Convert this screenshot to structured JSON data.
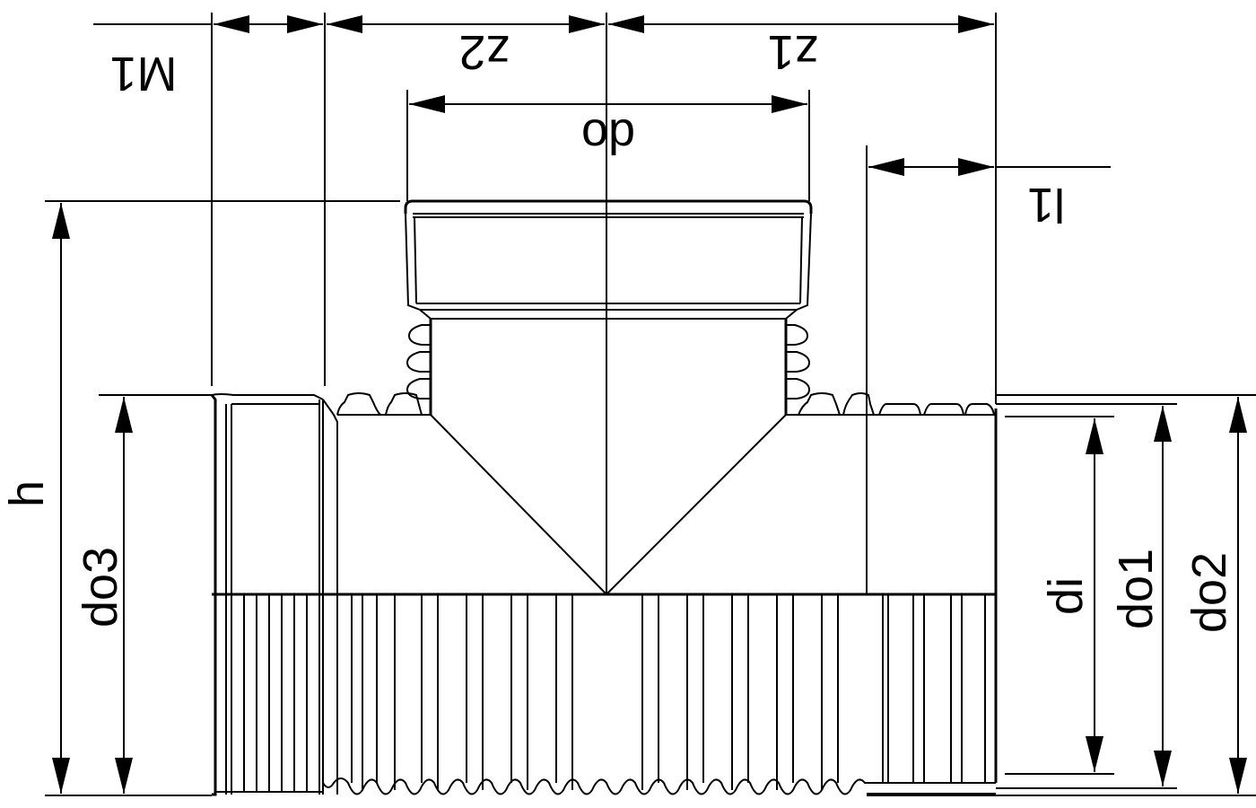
{
  "drawing": {
    "type": "technical-dimension-drawing",
    "subject": "corrugated pipe tee fitting with socket branch",
    "labels": {
      "M1": "M1",
      "z2": "z2",
      "z1": "z1",
      "op": "op",
      "l1": "l1",
      "h": "h",
      "do3": "do3",
      "di": "di",
      "do1": "do1",
      "do2": "do2"
    }
  }
}
